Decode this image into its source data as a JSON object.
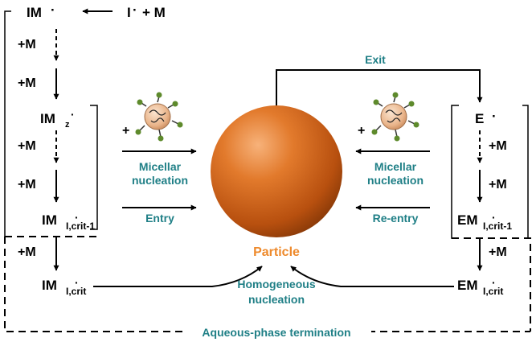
{
  "species": {
    "im_radical": "IM",
    "initiator": "I",
    "plus_m": "+ M",
    "im_z": "IM",
    "z_sub": "z",
    "im_crit_minus_1": "IM",
    "sub_crit_minus_1": "I,crit-1",
    "im_crit": "IM",
    "sub_crit": "I,crit",
    "e_radical": "E",
    "em_crit_minus_1": "EM",
    "em_crit": "EM"
  },
  "steps": {
    "plus_m": "+M",
    "plus": "+"
  },
  "processes": {
    "exit": "Exit",
    "micellar_left_1": "Micellar",
    "micellar_left_2": "nucleation",
    "entry": "Entry",
    "micellar_right_1": "Micellar",
    "micellar_right_2": "nucleation",
    "reentry": "Re-entry",
    "homogeneous_1": "Homogeneous",
    "homogeneous_2": "nucleation",
    "aqueous_termination": "Aqueous-phase termination"
  },
  "particle_label": "Particle",
  "colors": {
    "teal": "#1f7f86",
    "orange": "#ee8a2c",
    "particle": "#d9651c"
  }
}
